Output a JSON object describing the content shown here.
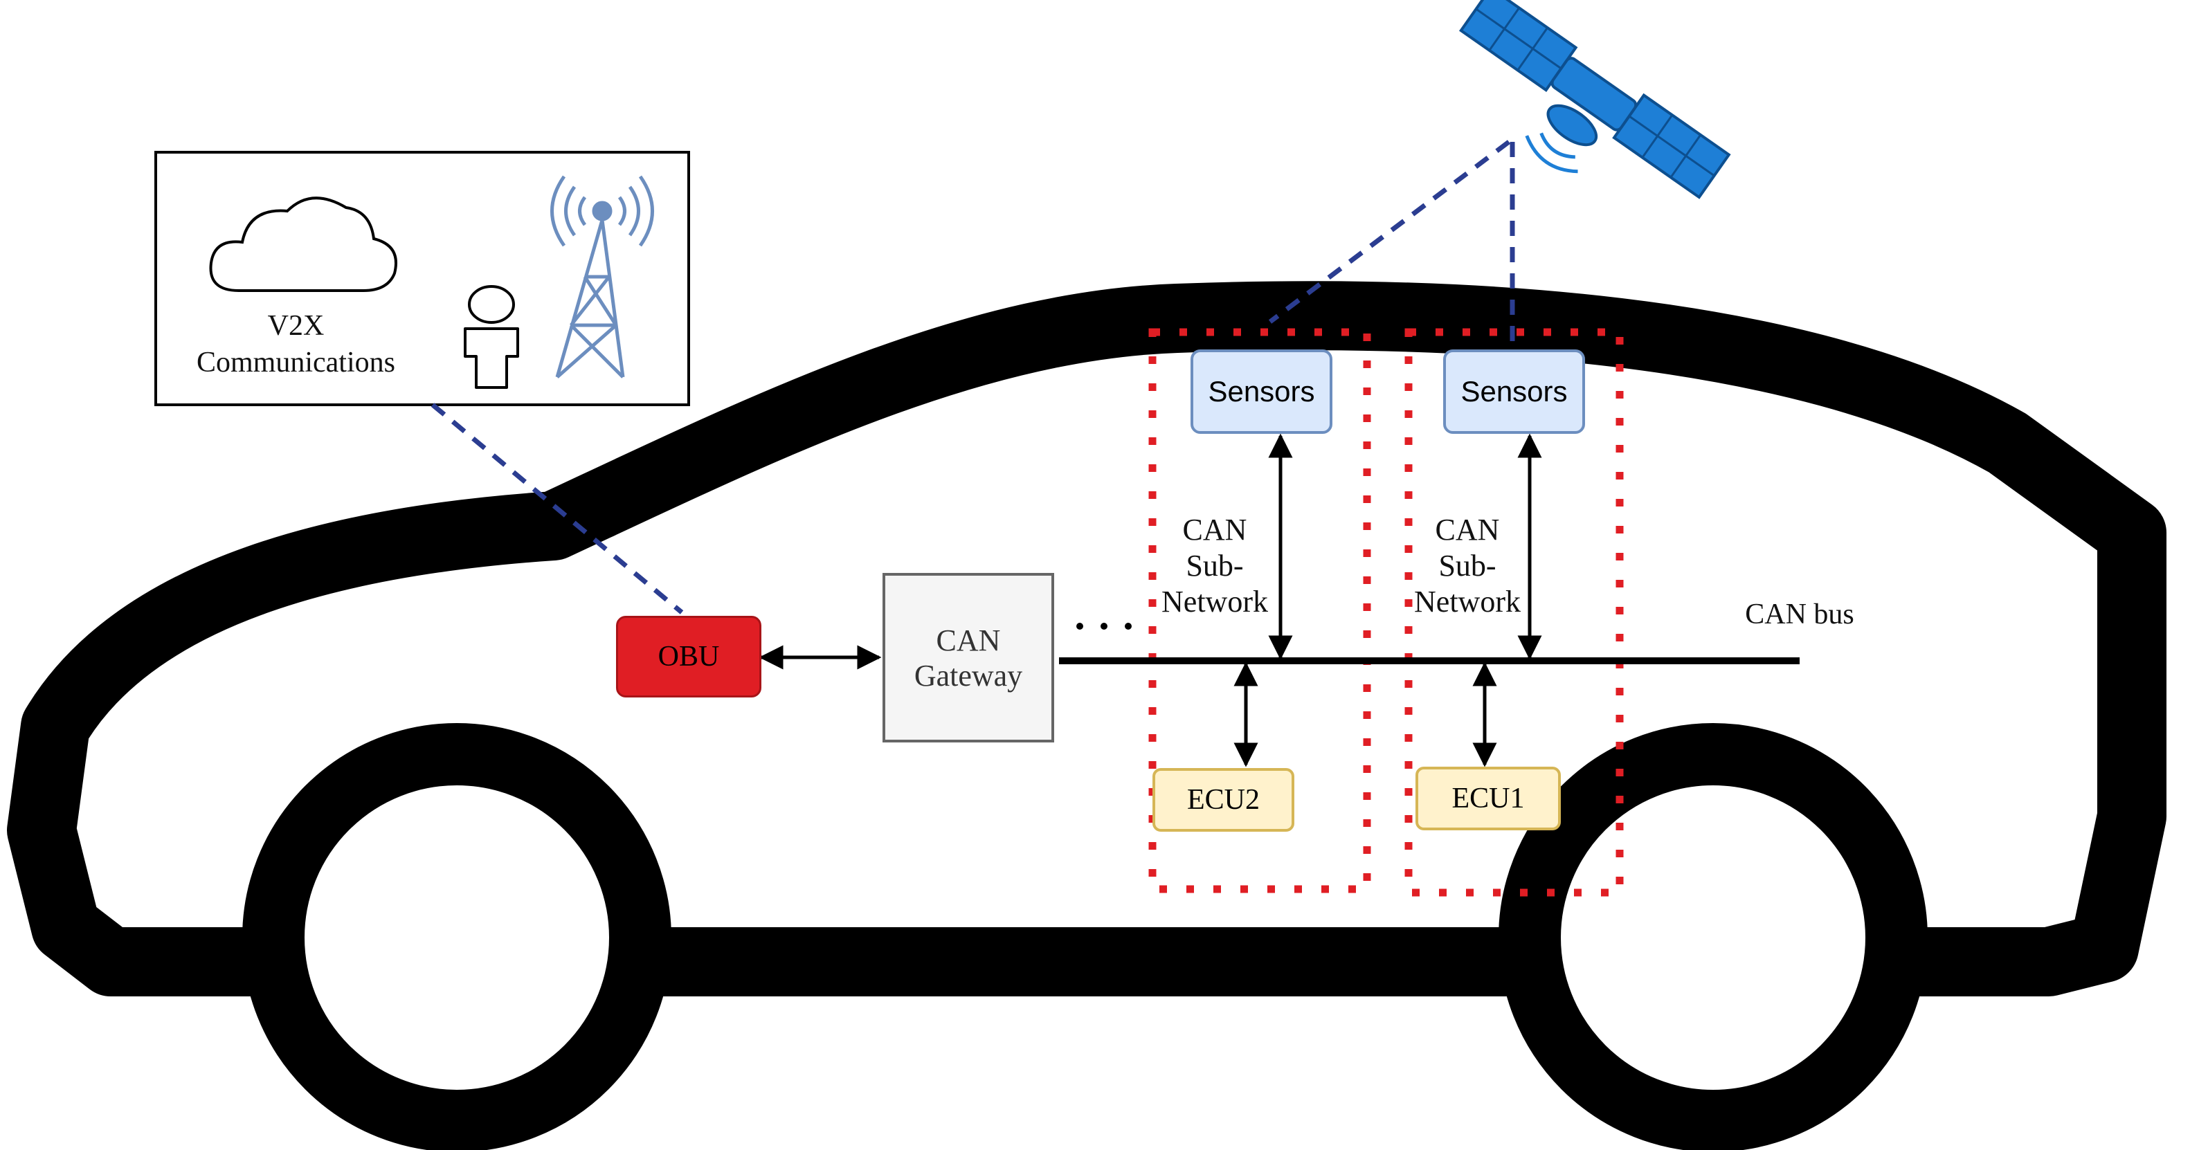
{
  "v2x": {
    "line1": "V2X",
    "line2": "Communications"
  },
  "obu": {
    "label": "OBU"
  },
  "gateway": {
    "line1": "CAN",
    "line2": "Gateway"
  },
  "ellipsis": "· · ·",
  "can_bus": {
    "label": "CAN bus"
  },
  "sensors": [
    {
      "label": "Sensors"
    },
    {
      "label": "Sensors"
    }
  ],
  "subnet": [
    {
      "line1": "CAN",
      "line2": "Sub-",
      "line3": "Network"
    },
    {
      "line1": "CAN",
      "line2": "Sub-",
      "line3": "Network"
    }
  ],
  "ecu": [
    {
      "label": "ECU2"
    },
    {
      "label": "ECU1"
    }
  ],
  "colors": {
    "car_outline": "#000000",
    "dashed_link": "#2b3d91",
    "subnet_border": "#e01e24",
    "obu_fill": "#e01e24",
    "sensor_fill": "#dae8fc",
    "sensor_border": "#6c8ebf",
    "ecu_fill": "#fff2cc",
    "ecu_border": "#d6b656",
    "gateway_fill": "#f5f5f5",
    "gateway_border": "#666666",
    "icon_blue": "#6c8ebf",
    "satellite_blue": "#1e7fd6"
  },
  "icons": [
    "cloud-icon",
    "person-icon",
    "antenna-tower-icon",
    "satellite-icon"
  ]
}
